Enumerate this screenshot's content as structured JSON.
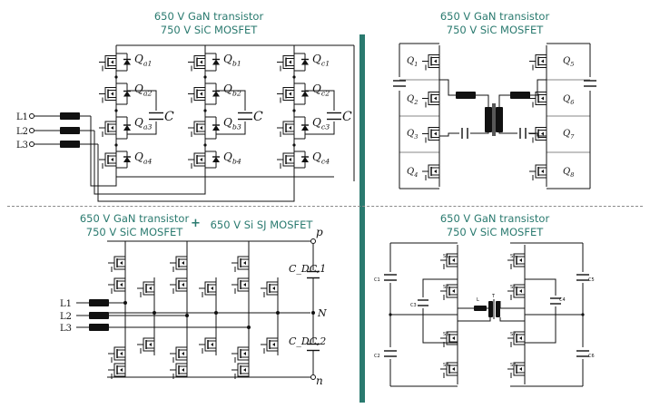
{
  "captions": {
    "top_left": [
      "650 V GaN transistor",
      "750 V SiC MOSFET"
    ],
    "top_right": [
      "650 V GaN transistor",
      "750 V SiC MOSFET"
    ],
    "bottom_left_a": [
      "650 V GaN transistor",
      "750 V SiC MOSFET"
    ],
    "bottom_left_plus": "+",
    "bottom_left_b": "650 V Si SJ MOSFET",
    "bottom_right": [
      "650 V GaN transistor",
      "750 V SiC MOSFET"
    ]
  },
  "tl": {
    "lines": [
      "L1",
      "L2",
      "L3"
    ],
    "switches": [
      "Qa1",
      "Qa2",
      "Qa3",
      "Qa4",
      "Qb1",
      "Qb2",
      "Qb3",
      "Qb4",
      "Qc1",
      "Qc2",
      "Qc3",
      "Qc4"
    ],
    "cap": "C"
  },
  "tr": {
    "switches": [
      "Q1",
      "Q2",
      "Q3",
      "Q4",
      "Q5",
      "Q6",
      "Q7",
      "Q8"
    ]
  },
  "bl": {
    "lines": [
      "L1",
      "L2",
      "L3"
    ],
    "p": "p",
    "n": "n",
    "N": "N",
    "cdc1": "C_DC,1",
    "cdc2": "C_DC,2"
  },
  "br": {
    "c_labels": [
      "C1",
      "C2",
      "C3",
      "C4",
      "C5",
      "C6"
    ],
    "s_labels": [
      "S1",
      "S2",
      "S3",
      "S4",
      "S5",
      "S6",
      "S7",
      "S8"
    ],
    "L": "L",
    "T": "T"
  },
  "colors": {
    "accent": "#2a7a6f",
    "divider": "#8a8a8a",
    "ink": "#111111"
  }
}
